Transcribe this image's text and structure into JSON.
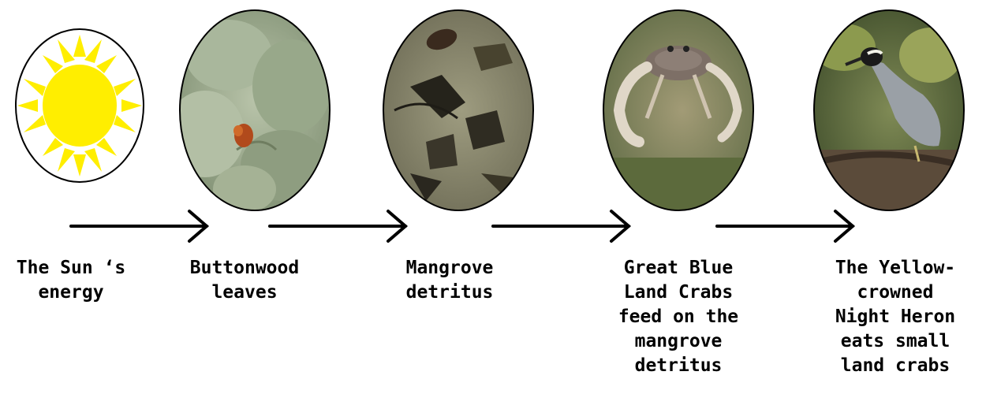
{
  "nodes": [
    {
      "id": "sun",
      "label": "The Sun ‘s\nenergy",
      "icon": "sun-icon"
    },
    {
      "id": "buttonwood",
      "label": "Buttonwood\nleaves",
      "icon": "buttonwood-leaves-photo"
    },
    {
      "id": "mangrove",
      "label": "Mangrove\ndetritus",
      "icon": "mangrove-detritus-photo"
    },
    {
      "id": "crab",
      "label": "Great Blue\nLand Crabs\nfeed on the\nmangrove\ndetritus",
      "icon": "land-crab-photo"
    },
    {
      "id": "heron",
      "label": "The Yellow-\ncrowned\nNight Heron\neats small\nland crabs",
      "icon": "night-heron-photo"
    }
  ],
  "colors": {
    "sun_fill": "#ffee00",
    "sun_rays": "#ffee00",
    "arrow": "#000000",
    "outline": "#000000"
  }
}
